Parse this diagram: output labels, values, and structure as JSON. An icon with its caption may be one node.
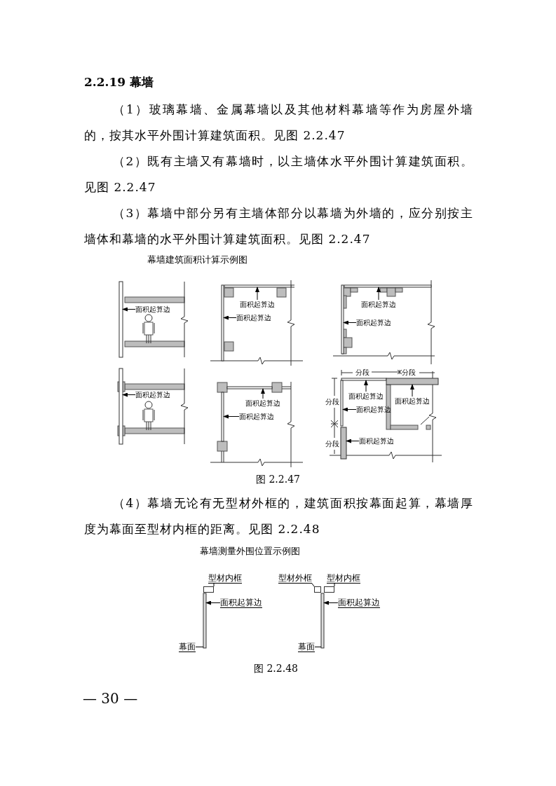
{
  "diagram": {
    "nodes": [
      {
        "text": [
          "面积起算边"
        ]
      },
      {
        "text": [],
        "shape": "bar"
      },
      {
        "text": [
          "面积起算边"
        ]
      },
      {
        "text": [],
        "shape": "bar"
      },
      {
        "text": [
          "面积起算边"
        ]
      },
      {
        "text": [],
        "shape": "bar"
      },
      {
        "text": [
          "面积起算边"
        ]
      },
      {
        "text": [],
        "shape": "bar"
      },
      {
        "text": [
          "面积起算边"
        ]
      },
      {
        "text": [],
        "shape": "bar"
      },
      {
        "text": [
          "面积起算边"
        ]
      },
      {
        "text": [],
        "shape": "bar"
      },
      {
        "text": [
          "面积起算边"
        ]
      },
      {
        "text": [],
        "shape": "bar"
      },
      {
        "text": [
          "面积起算边"
        ]
      },
      {
        "text": [],
        "shape": "bar"
      },
      {
        "text": [
          "面积起算边"
        ]
      },
      {
        "text": [],
        "shape": "bar"
      },
      {
        "text": [
          "面积起算边"
        ]
      },
      {
        "text": [],
        "shape": "bar"
      },
      {
        "text": [
          "面积起算边"
        ]
      },
      {
        "text": [],
        "shape": "bar"
      },
      {
        "text": [
          "面积起算边"
        ]
      },
      {
        "text": [],
        "shape": "bar"
      },
      {
        "text": [
          "型材内框"
        ]
      },
      {
        "text": [],
        "shape": "box"
      },
      {
        "text": [
          "面积起算边"
        ]
      },
      {
        "text": [],
        "shape": "bar"
      },
      {
        "text": [
          "幕面"
        ]
      },
      {
        "text": [
          "型材外框"
        ]
      },
      {
        "text": [],
        "shape": "box"
      },
      {
        "text": [
          "型材内框"
        ]
      },
      {
        "text": [],
        "shape": "box"
      },
      {
        "text": [
          "面积起算边"
        ]
      },
      {
        "text": [],
        "shape": "bar"
      },
      {
        "text": [
          "幕面"
        ]
      }
    ],
    "edges": [
      {
        "from": 0,
        "to": 1,
        "arrow": "to"
      },
      {
        "from": 2,
        "to": 3,
        "arrow": "to"
      },
      {
        "from": 4,
        "to": 5,
        "arrow": "to"
      },
      {
        "from": 6,
        "to": 7,
        "arrow": "to"
      },
      {
        "from": 8,
        "to": 9,
        "arrow": "to"
      },
      {
        "from": 10,
        "to": 11,
        "arrow": "to"
      },
      {
        "from": 12,
        "to": 13,
        "arrow": "to"
      },
      {
        "from": 14,
        "to": 15,
        "arrow": "to"
      },
      {
        "from": 16,
        "to": 17,
        "arrow": "to"
      },
      {
        "from": 18,
        "to": 19,
        "arrow": "to"
      },
      {
        "from": 20,
        "to": 21,
        "arrow": "to"
      },
      {
        "from": 22,
        "to": 23,
        "arrow": "to"
      },
      {
        "from": 24,
        "to": 25,
        "arrow": "none"
      },
      {
        "from": 26,
        "to": 27,
        "arrow": "to"
      },
      {
        "from": 28,
        "to": 27,
        "arrow": "none"
      },
      {
        "from": 29,
        "to": 30,
        "arrow": "none"
      },
      {
        "from": 31,
        "to": 32,
        "arrow": "none"
      },
      {
        "from": 33,
        "to": 34,
        "arrow": "to"
      },
      {
        "from": 35,
        "to": 34,
        "arrow": "none"
      }
    ],
    "labels": [
      "2.2.19 幕墙",
      "（1）玻璃幕墙、金属幕墙以及其他材料幕墙等作为房屋外墙的，按其水平外围计算建筑面积。见图 2.2.47",
      "（2）既有主墙又有幕墙时，以主墙体水平外围计算建筑面积。见图 2.2.47",
      "（3）幕墙中部分另有主墙体部分以幕墙为外墙的，应分别按主墙体和幕墙的水平外围计算建筑面积。见图 2.2.47",
      "幕墙建筑面积计算示例图",
      "分段",
      "分段",
      "分段",
      "分段",
      "图 2.2.47",
      "（4）幕墙无论有无型材外框的，建筑面积按幕面起算，幕墙厚度为幕面至型材内框的距离。见图 2.2.48",
      "幕墙测量外围位置示例图",
      "图 2.2.48",
      "— 30 —"
    ]
  }
}
